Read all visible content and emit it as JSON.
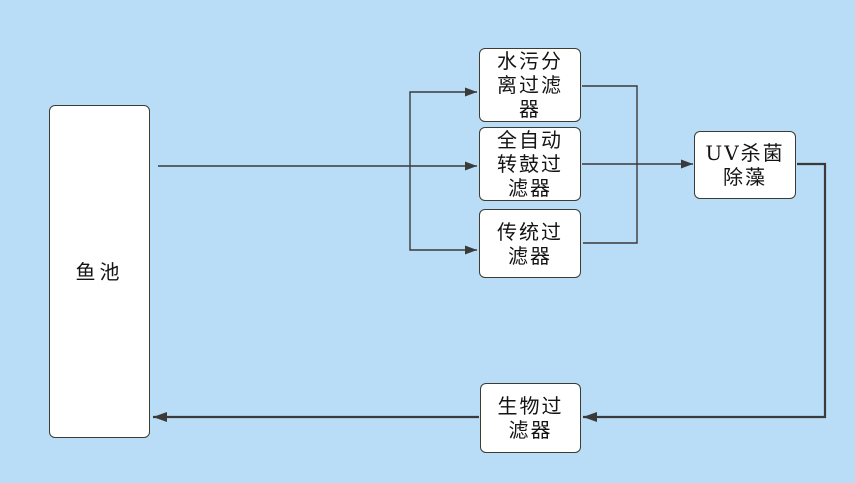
{
  "diagram": {
    "type": "flowchart",
    "description": "Fish pond filtration system flow diagram",
    "colors": {
      "background": "#b9ddf6",
      "node_fill": "#ffffff",
      "node_border": "#3c3c33",
      "connector": "#3a3a3a",
      "text": "#141414"
    },
    "nodes": {
      "fish_pond": {
        "label": "鱼池"
      },
      "water_dirt_filter": {
        "label": "水污分\n离过滤\n器",
        "text": "水污分离过滤器"
      },
      "auto_drum_filter": {
        "label": "全自动\n转鼓过\n滤器",
        "text": "全自动转鼓过滤器"
      },
      "traditional_filter": {
        "label": "传统过\n滤器",
        "text": "传统过滤器"
      },
      "uv_sterilizer": {
        "label": "UV杀菌\n除藻",
        "text": "UV杀菌除藻"
      },
      "bio_filter": {
        "label": "生物过\n滤器",
        "text": "生物过滤器"
      }
    },
    "edges": [
      {
        "from": "fish_pond",
        "to": "water_dirt_filter",
        "arrow": true
      },
      {
        "from": "fish_pond",
        "to": "auto_drum_filter",
        "arrow": true
      },
      {
        "from": "fish_pond",
        "to": "traditional_filter",
        "arrow": true
      },
      {
        "from": "water_dirt_filter",
        "to": "uv_sterilizer",
        "arrow": false,
        "note": "merges into drum filter output line"
      },
      {
        "from": "traditional_filter",
        "to": "uv_sterilizer",
        "arrow": false,
        "note": "merges into drum filter output line"
      },
      {
        "from": "auto_drum_filter",
        "to": "uv_sterilizer",
        "arrow": true
      },
      {
        "from": "uv_sterilizer",
        "to": "bio_filter",
        "arrow": true
      },
      {
        "from": "bio_filter",
        "to": "fish_pond",
        "arrow": true
      }
    ]
  }
}
